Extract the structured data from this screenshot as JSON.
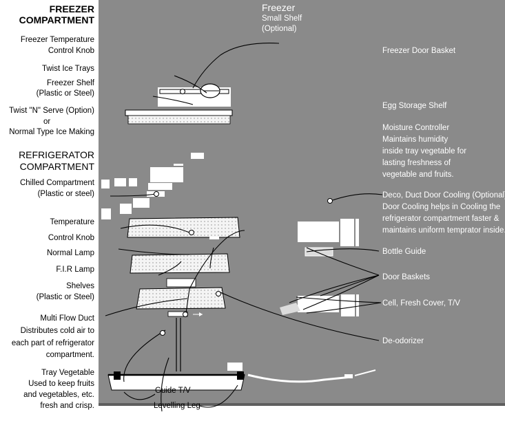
{
  "left_labels": {
    "freezer_header_1": "FREEZER",
    "freezer_header_2": "COMPARTMENT",
    "freezer_temp_1": "Freezer Temperature",
    "freezer_temp_2": "Control Knob",
    "twist_ice": "Twist Ice Trays",
    "freezer_shelf_1": "Freezer Shelf",
    "freezer_shelf_2": "(Plastic or Steel)",
    "twist_serve": "Twist \"N\" Serve   (Option)",
    "or": "or",
    "normal_ice": "Normal Type Ice Making",
    "refrig_header_1": "REFRIGERATOR",
    "refrig_header_2": "COMPARTMENT",
    "chilled_1": "Chilled  Compartment",
    "chilled_2": "(Plastic or steel)",
    "temp_1": "Temperature",
    "temp_2": "Control Knob",
    "normal_lamp": "Normal Lamp",
    "fir_lamp": "F.I.R Lamp",
    "shelves_1": "Shelves",
    "shelves_2": "(Plastic or Steel)",
    "multi_flow": "Multi Flow Duct",
    "distributes_1": "Distributes cold air to",
    "distributes_2": "each part of refrigerator",
    "distributes_3": "compartment.",
    "tray_veg": "Tray Vegetable",
    "tray_desc_1": "Used to keep fruits",
    "tray_desc_2": "and vegetables, etc.",
    "tray_desc_3": "fresh and crisp."
  },
  "panel_labels": {
    "freezer": "Freezer",
    "small_shelf_1": "Small Shelf",
    "small_shelf_2": "(Optional)",
    "freezer_door_basket": "Freezer Door Basket",
    "egg_shelf": "Egg Storage Shelf",
    "moisture_1": "Moisture Controller",
    "moisture_2": "Maintains humidity",
    "moisture_3": "inside tray vegetable for",
    "moisture_4": "lasting freshness of",
    "moisture_5": "vegetable and fruits.",
    "deco_1": "Deco, Duct Door Cooling (Optional)",
    "deco_2": "Door Cooling helps in Cooling the",
    "deco_3": "refrigerator compartment faster &",
    "deco_4": "maintains uniform temprator inside.",
    "bottle_guide": "Bottle Guide",
    "door_baskets": "Door Baskets",
    "cell_cover": "Cell, Fresh Cover, T/V",
    "deodorizer": "De-odorizer",
    "guide": "Guide T/V",
    "leveling": "Levelling Leg"
  },
  "colors": {
    "panel": "#8a8a8a",
    "parts": "#ffffff",
    "lines": "#000000"
  }
}
